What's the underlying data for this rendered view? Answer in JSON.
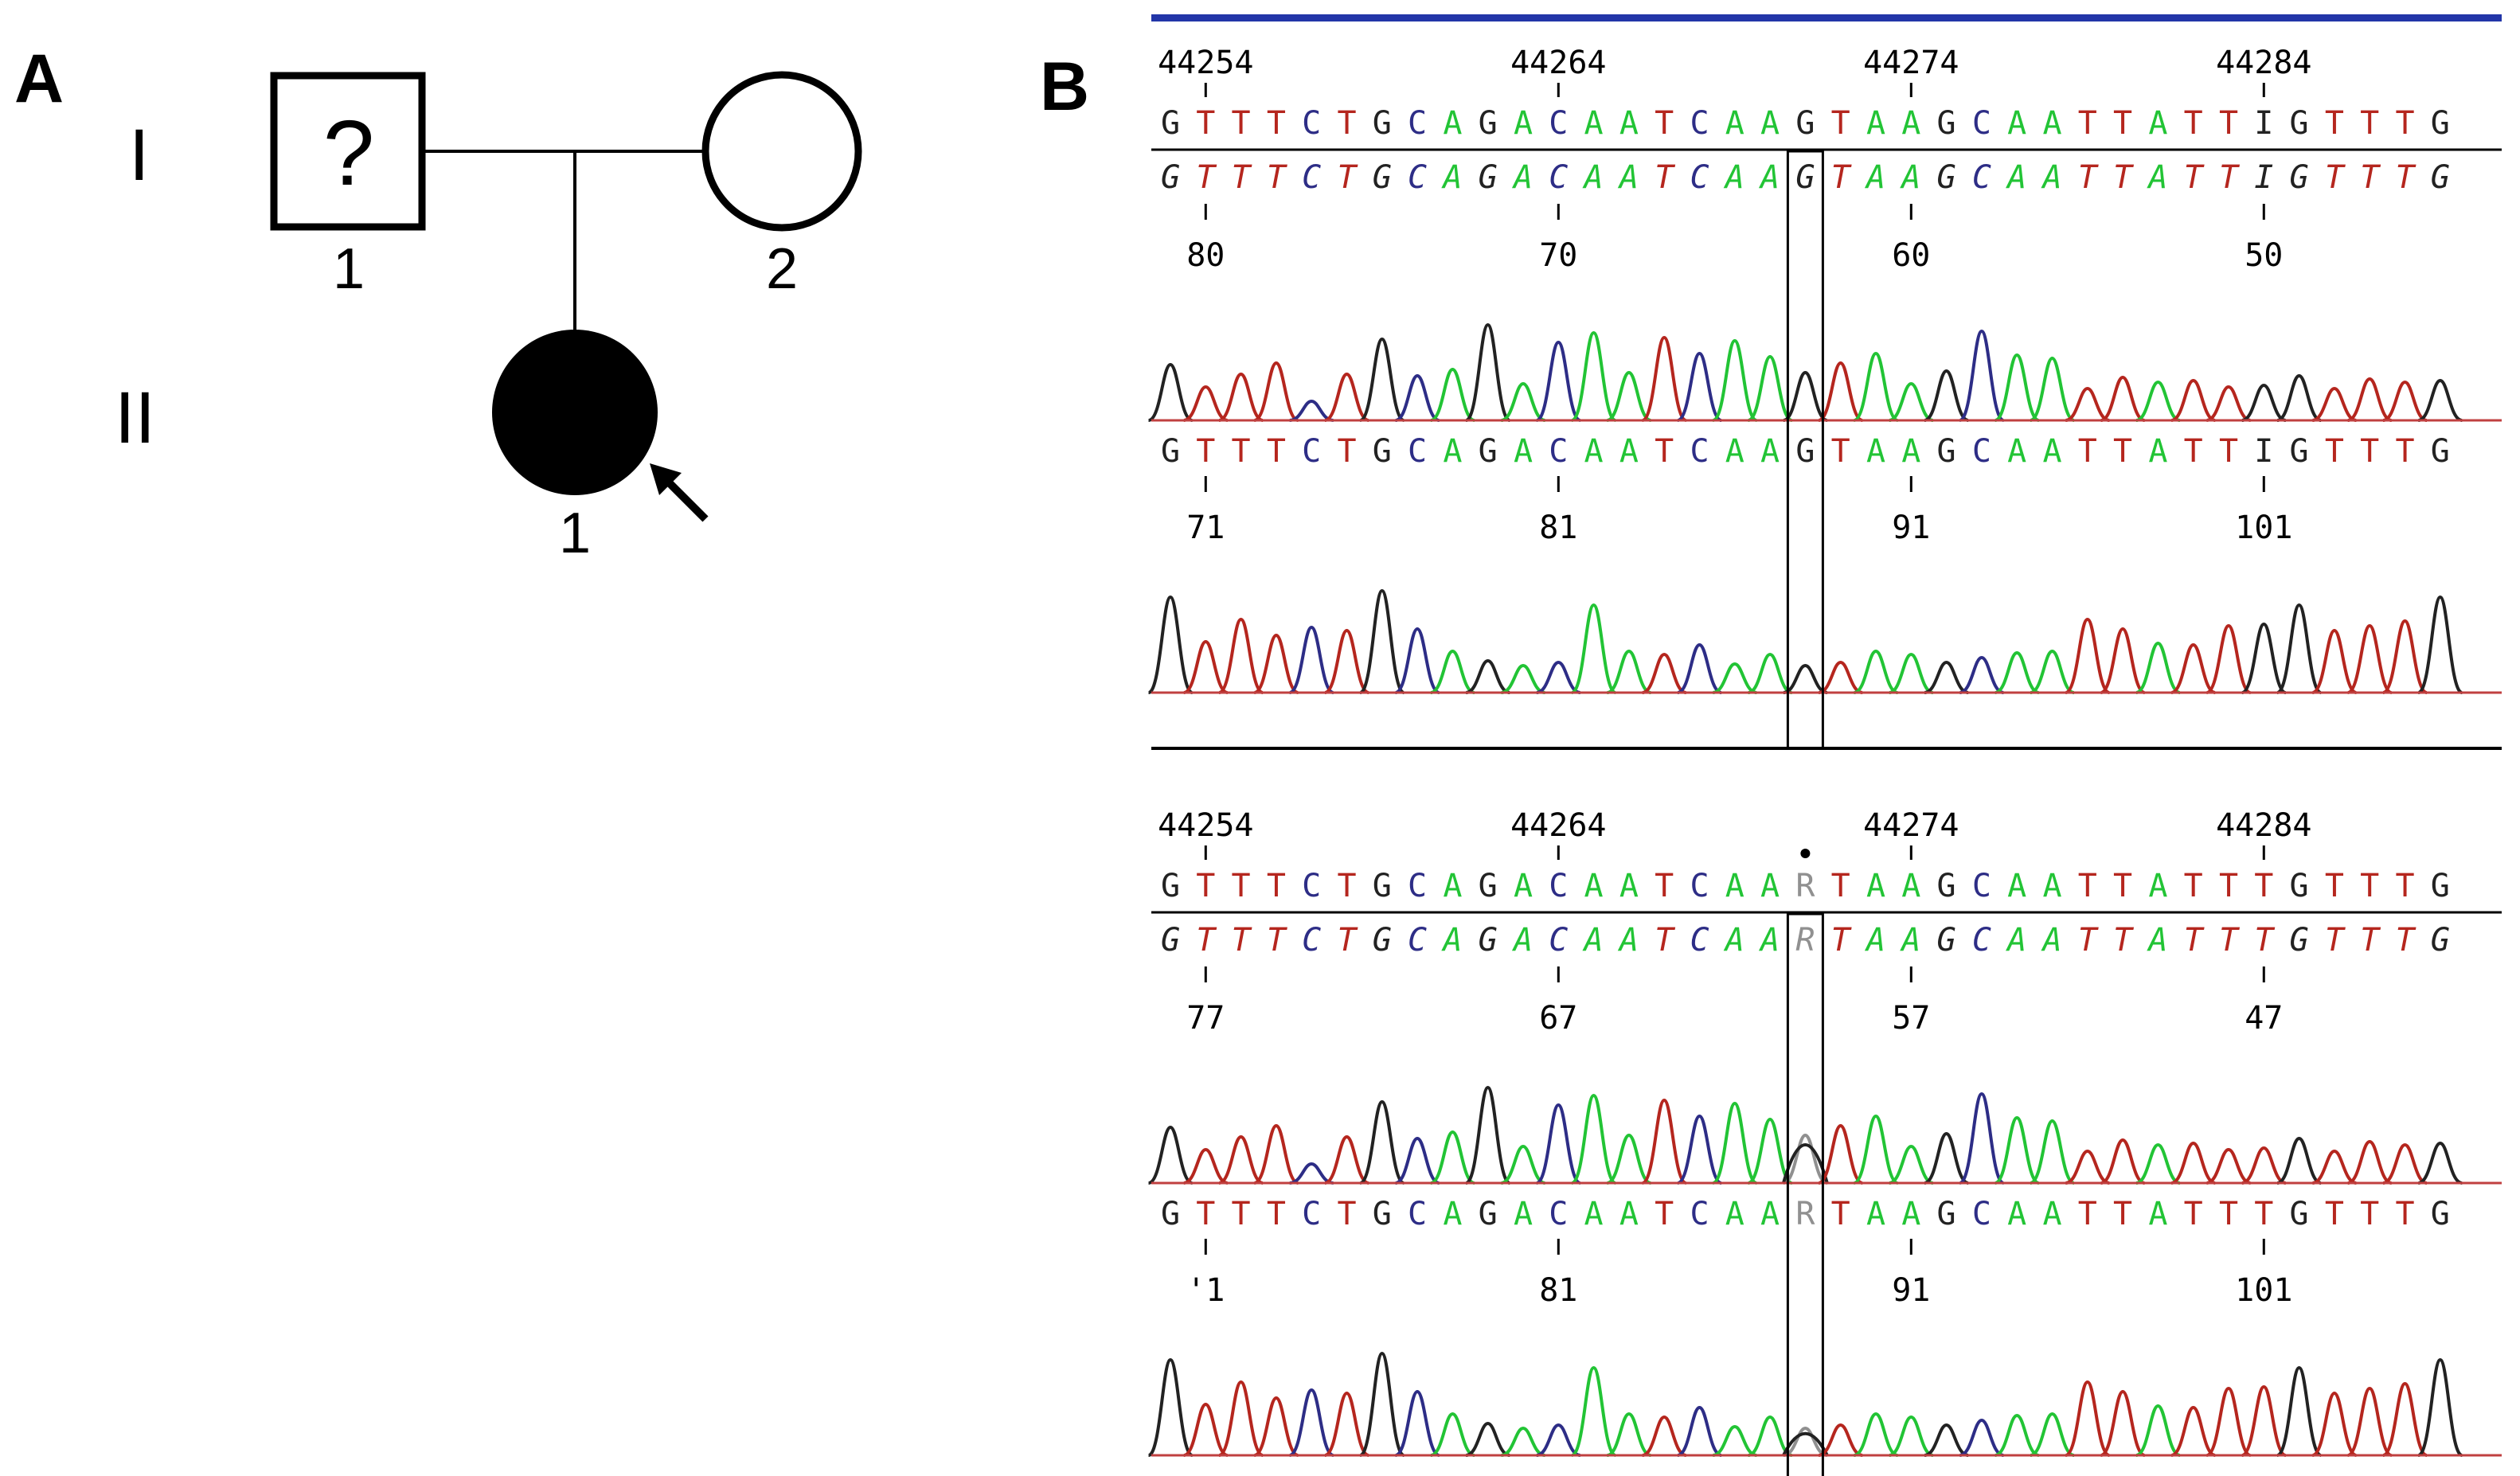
{
  "panel_a": {
    "label": "A",
    "generation_labels": [
      "I",
      "II"
    ],
    "father": {
      "symbol": "?",
      "number": "1"
    },
    "mother": {
      "number": "2"
    },
    "proband": {
      "number": "1"
    }
  },
  "panel_b": {
    "label": "B",
    "colors": {
      "A": "#22c435",
      "C": "#2d2d86",
      "G": "#222222",
      "T": "#b5261e",
      "R": "#909090",
      "rule": "#2236a8"
    },
    "panels": [
      {
        "ref_numbers": [
          "44254",
          "44264",
          "44274",
          "44284"
        ],
        "ref_seq": "GTTTCTGCAGACAATCAAGTAAGCAATTATTIGTTTG",
        "rev_seq": "GTTTCTGCAGACAATCAAGTAAGCAATTATTIGTTTG",
        "rev_numbers": [
          "80",
          "70",
          "60",
          "50"
        ],
        "fwd_seq": "GTTTCTGCAGACAATCAAGTAAGCAATTATTIGTTTG",
        "fwd_numbers": [
          "71",
          "81",
          "91",
          "101"
        ]
      },
      {
        "ref_numbers": [
          "44254",
          "44264",
          "44274",
          "44284"
        ],
        "ref_seq": "GTTTCTGCAGACAATCAARTAAGCAATTATTTGTTTG",
        "rev_seq": "GTTTCTGCAGACAATCAARTAAGCAATTATTTGTTTG",
        "rev_numbers": [
          "77",
          "67",
          "57",
          "47"
        ],
        "fwd_seq": "GTTTCTGCAGACAATCAARTAAGCAATTATTTGTTTG",
        "fwd_numbers": [
          "'1",
          "81",
          "91",
          "101"
        ]
      }
    ]
  }
}
